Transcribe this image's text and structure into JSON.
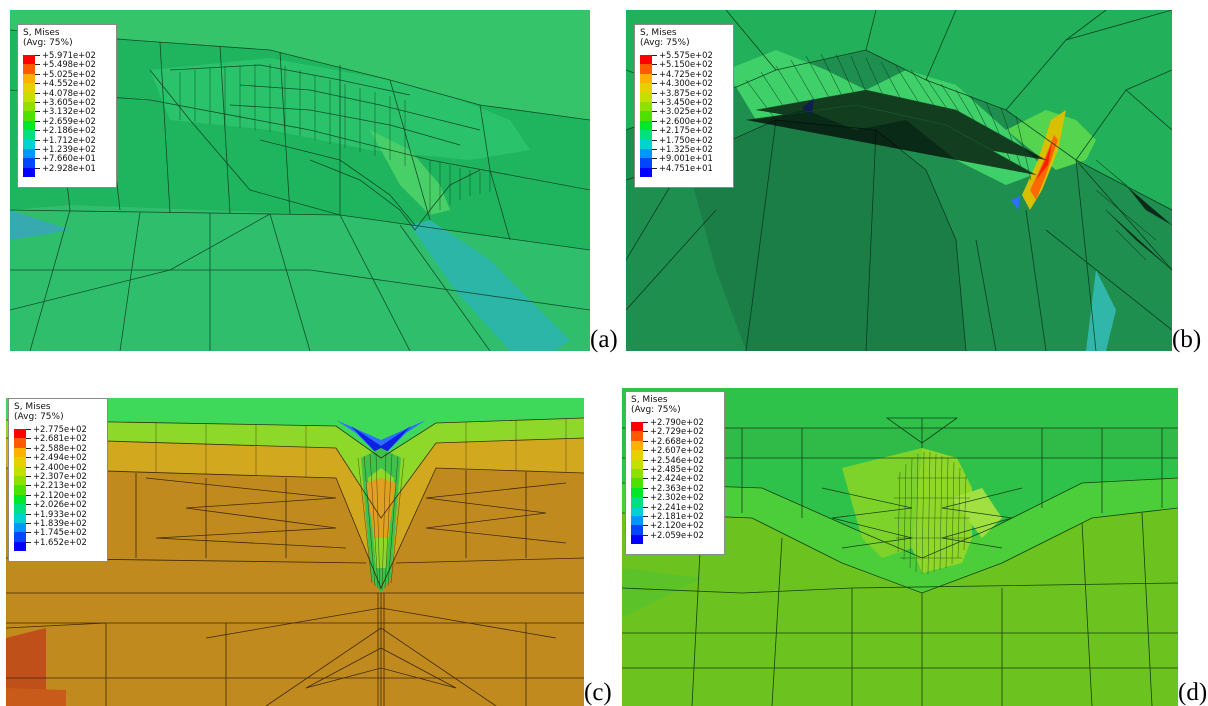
{
  "panels": [
    {
      "id": "a",
      "caption": "(a)",
      "legend": {
        "title_line1": "S, Mises",
        "title_line2": "(Avg: 75%)",
        "values": [
          "+5.971e+02",
          "+5.498e+02",
          "+5.025e+02",
          "+4.552e+02",
          "+4.078e+02",
          "+3.605e+02",
          "+3.132e+02",
          "+2.659e+02",
          "+2.186e+02",
          "+1.712e+02",
          "+1.239e+02",
          "+7.660e+01",
          "+2.928e+01"
        ]
      }
    },
    {
      "id": "b",
      "caption": "(b)",
      "legend": {
        "title_line1": "S, Mises",
        "title_line2": "(Avg: 75%)",
        "values": [
          "+5.575e+02",
          "+5.150e+02",
          "+4.725e+02",
          "+4.300e+02",
          "+3.875e+02",
          "+3.450e+02",
          "+3.025e+02",
          "+2.600e+02",
          "+2.175e+02",
          "+1.750e+02",
          "+1.325e+02",
          "+9.001e+01",
          "+4.751e+01"
        ]
      }
    },
    {
      "id": "c",
      "caption": "(c)",
      "legend": {
        "title_line1": "S, Mises",
        "title_line2": "(Avg: 75%)",
        "values": [
          "+2.775e+02",
          "+2.681e+02",
          "+2.588e+02",
          "+2.494e+02",
          "+2.400e+02",
          "+2.307e+02",
          "+2.213e+02",
          "+2.120e+02",
          "+2.026e+02",
          "+1.933e+02",
          "+1.839e+02",
          "+1.745e+02",
          "+1.652e+02"
        ]
      }
    },
    {
      "id": "d",
      "caption": "(d)",
      "legend": {
        "title_line1": "S, Mises",
        "title_line2": "(Avg: 75%)",
        "values": [
          "+2.790e+02",
          "+2.729e+02",
          "+2.668e+02",
          "+2.607e+02",
          "+2.546e+02",
          "+2.485e+02",
          "+2.424e+02",
          "+2.363e+02",
          "+2.302e+02",
          "+2.241e+02",
          "+2.181e+02",
          "+2.120e+02",
          "+2.059e+02"
        ]
      }
    }
  ],
  "contour_colors": [
    "#ff0000",
    "#ff5a00",
    "#ffb000",
    "#e6d000",
    "#c4e000",
    "#8ee000",
    "#4fe000",
    "#00e628",
    "#00e080",
    "#00d2d2",
    "#0096ff",
    "#0046ff",
    "#0000ff"
  ]
}
